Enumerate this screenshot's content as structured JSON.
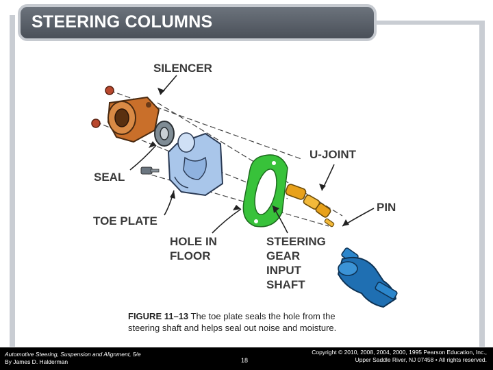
{
  "slide": {
    "title": "STEERING COLUMNS"
  },
  "figure": {
    "labels": {
      "silencer": "SILENCER",
      "seal": "SEAL",
      "toe_plate": "TOE PLATE",
      "hole_in_floor": [
        "HOLE IN",
        "FLOOR"
      ],
      "u_joint": "U-JOINT",
      "pin": "PIN",
      "steering_gear_input_shaft": [
        "STEERING",
        "GEAR",
        "INPUT",
        "SHAFT"
      ]
    },
    "colors": {
      "silencer": "#c96f2a",
      "seal": "#7f8c95",
      "toe_plate": "#a9c6ea",
      "gasket": "#38c23a",
      "u_joint": "#e8a11a",
      "gear": "#1f6fb2"
    }
  },
  "caption": {
    "figure_number": "FIGURE 11–13",
    "text": "The toe plate seals the hole from the steering shaft and helps seal out noise and moisture."
  },
  "footer": {
    "book_title": "Automotive Steering, Suspension and Alignment, 5/e",
    "author": "By James D. Halderman",
    "page_number": "18",
    "copyright_line1": "Copyright © 2010, 2008, 2004, 2000, 1995 Pearson Education, Inc.,",
    "copyright_line2": "Upper Saddle River, NJ 07458 • All rights reserved."
  }
}
